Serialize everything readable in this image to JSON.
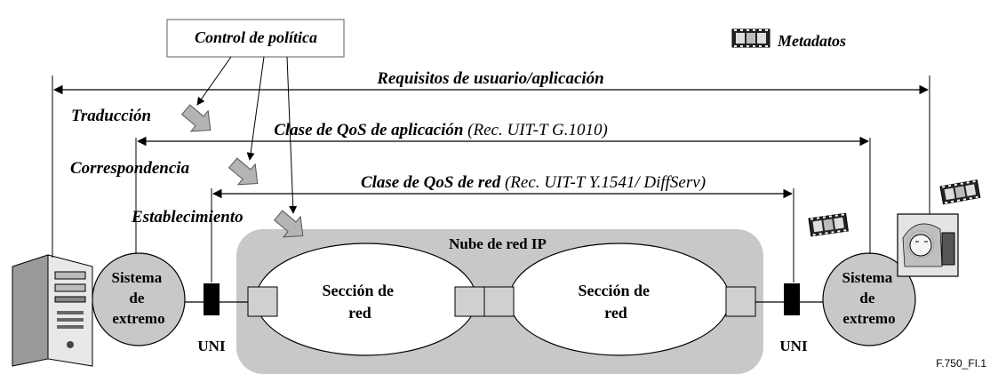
{
  "policy_control": "Control de política",
  "metadata_label": "Metadatos",
  "user_app_requirements": "Requisitos de usuario/aplicación",
  "app_qos_class": {
    "label": "Clase de QoS de aplicación",
    "reference": "(Rec. UIT-T G.1010)"
  },
  "net_qos_class": {
    "label": "Clase de QoS de red",
    "reference": "(Rec. UIT-T Y.1541/ DiffServ)"
  },
  "steps": {
    "translation": "Traducción",
    "mapping": "Correspondencia",
    "establishment": "Establecimiento"
  },
  "ip_cloud": "Nube de red IP",
  "network_section": {
    "line1": "Sección de",
    "line2": "red"
  },
  "end_system": {
    "line1": "Sistema",
    "line2": "de",
    "line3": "extremo"
  },
  "uni": "UNI",
  "figure_id": "F.750_FI.1",
  "icons": {
    "computer": "computer-icon",
    "film": "film-strip-icon",
    "user": "user-portrait-icon"
  },
  "colors": {
    "cloud_fill": "#c8c8c8",
    "arrow_fill": "#b4b4b4",
    "line": "#000000",
    "background": "#ffffff"
  }
}
